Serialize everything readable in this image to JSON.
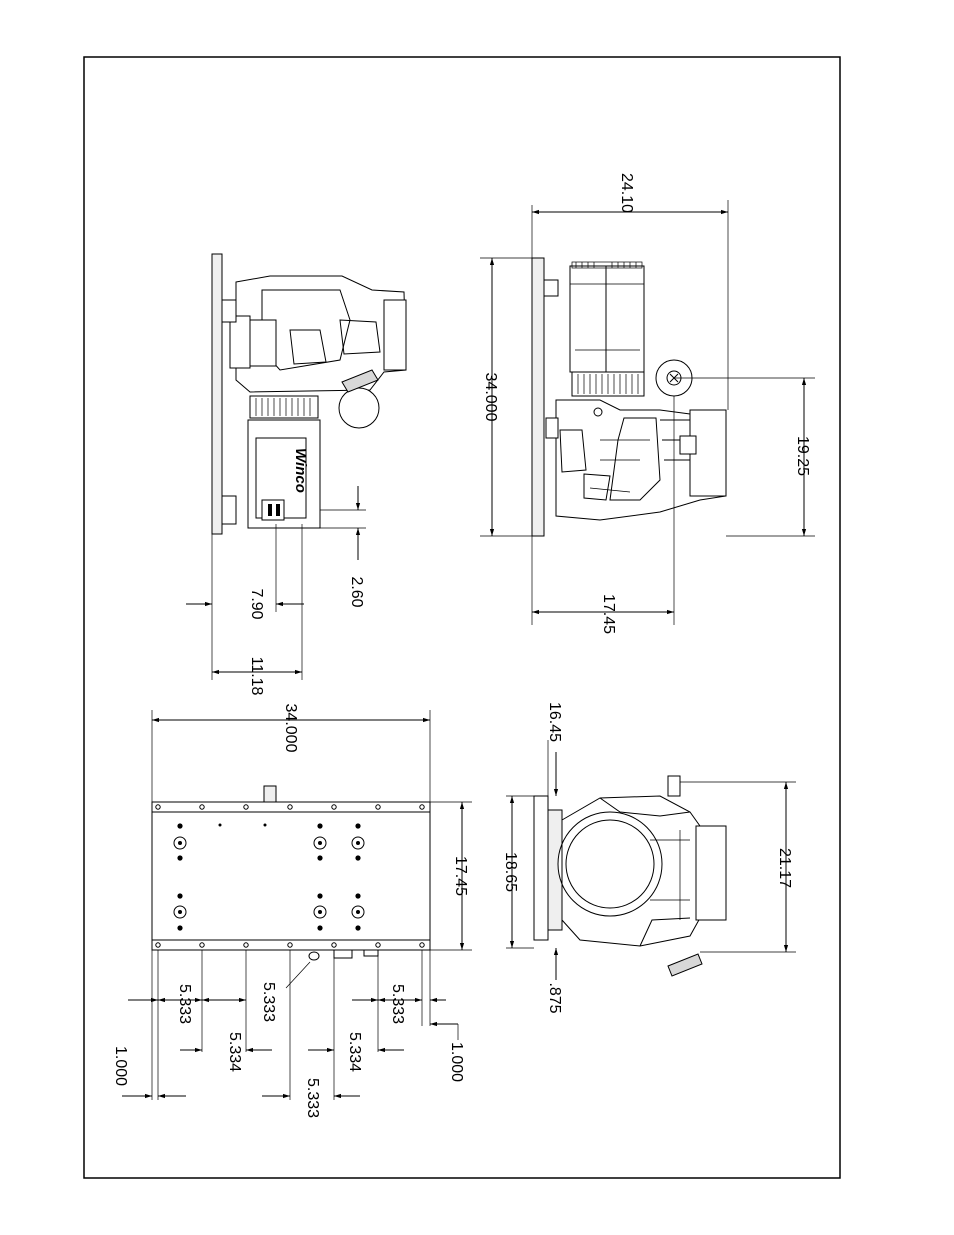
{
  "drawing": {
    "view_top_right": {
      "width_dim": "24.10",
      "height_dim": "34.000",
      "right_dim": "19.25",
      "bottom_dim": "17.45"
    },
    "view_top_left": {
      "dim_a": "2.60",
      "dim_b": "7.90",
      "dim_c": "11.18",
      "logo_text": "Winco"
    },
    "view_bottom_left": {
      "top_dim": "34.000",
      "right_dim": "17.45",
      "spacing_1": "5.333",
      "spacing_2": "5.333",
      "spacing_3": "5.333",
      "spacing_4": "5.334",
      "spacing_5": "5.334",
      "spacing_6": "5.333",
      "edge_left": "1.000",
      "edge_right": "1.000"
    },
    "view_bottom_right": {
      "top_dim": "16.45",
      "left_dim": "18.65",
      "right_dim": "21.17",
      "bottom_dim": ".875"
    }
  }
}
